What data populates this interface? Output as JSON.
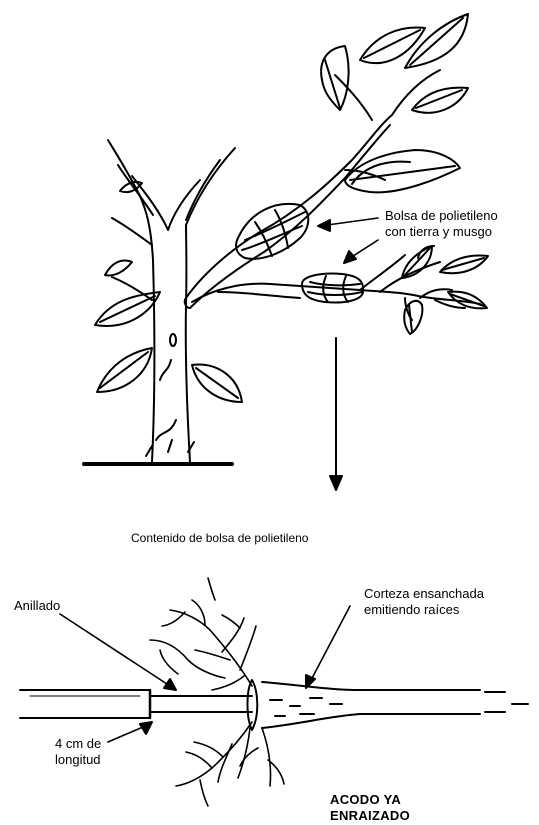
{
  "labels": {
    "bag_line1": "Bolsa de polietileno",
    "bag_line2": "con tierra y musgo",
    "contents_caption": "Contenido de bolsa de polietileno",
    "ringing": "Anillado",
    "bark_line1": "Corteza ensanchada",
    "bark_line2": "emitiendo raíces",
    "length_line1": "4 cm de",
    "length_line2": "longitud",
    "rooted_line1": "ACODO YA",
    "rooted_line2": "ENRAIZADO"
  },
  "colors": {
    "ink": "#000000",
    "paper": "#ffffff"
  }
}
